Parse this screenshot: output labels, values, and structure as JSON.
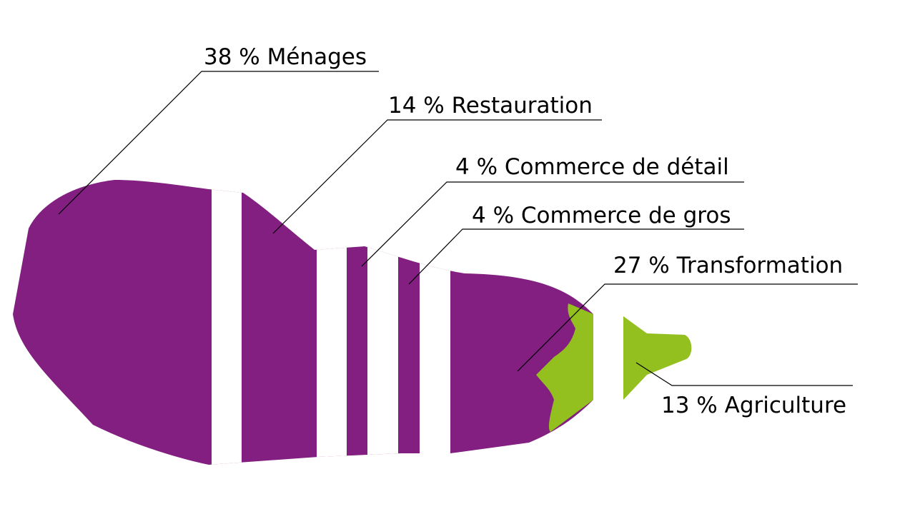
{
  "chart_data": {
    "type": "pie",
    "shape": "eggplant",
    "title": "",
    "unit": "%",
    "categories": [
      "Ménages",
      "Restauration",
      "Commerce de détail",
      "Commerce de gros",
      "Transformation",
      "Agriculture"
    ],
    "values": [
      38,
      14,
      4,
      4,
      27,
      13
    ],
    "labels": [
      "38 % Ménages",
      "14 % Restauration",
      "4 % Commerce de détail",
      "4 % Commerce de gros",
      "27 % Transformation",
      "13 % Agriculture"
    ],
    "colors": {
      "body": "#821f80",
      "stem": "#93c01f",
      "leader_line": "#000000",
      "label_text": "#000000"
    },
    "legend": "none",
    "grid": false
  }
}
